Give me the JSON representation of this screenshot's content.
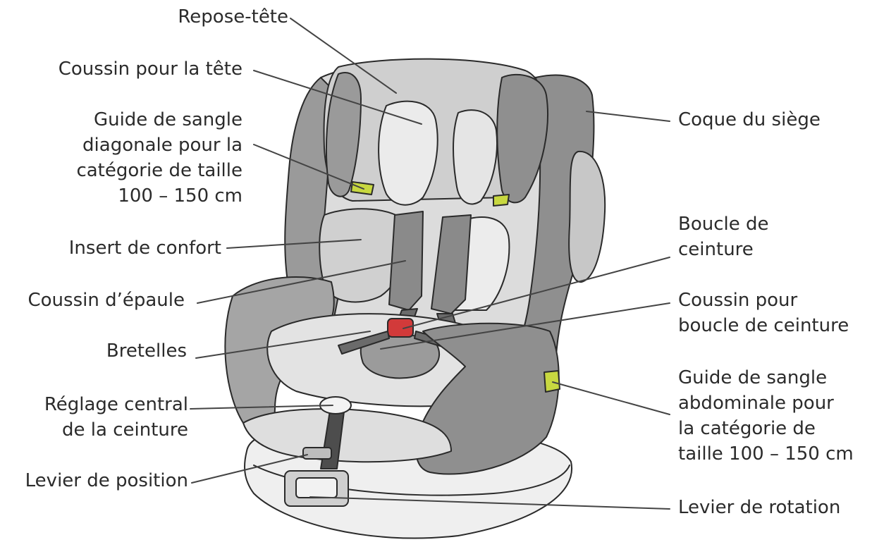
{
  "colors": {
    "outline": "#2a2a2a",
    "shell_dark": "#8f8f8f",
    "shell_mid": "#a9a9a9",
    "pad_light": "#d9d9d9",
    "pad_pale": "#ececec",
    "strap": "#6b6b6b",
    "buckle_red": "#d23a3a",
    "guide_green": "#c8d840",
    "leader": "#444444"
  },
  "labels": {
    "headrest": [
      "Repose-tête"
    ],
    "head_cushion": [
      "Coussin pour la tête"
    ],
    "diagonal_guide": [
      "Guide de sangle",
      "diagonale pour la",
      "catégorie de taille",
      "100 – 150 cm"
    ],
    "comfort_insert": [
      "Insert de confort"
    ],
    "shoulder_pad": [
      "Coussin d’épaule"
    ],
    "straps": [
      "Bretelles"
    ],
    "central_adjust": [
      "Réglage central",
      "de la ceinture"
    ],
    "position_lever": [
      "Levier de position"
    ],
    "seat_shell": [
      "Coque du siège"
    ],
    "belt_buckle": [
      "Boucle de",
      "ceinture"
    ],
    "buckle_cushion": [
      "Coussin pour",
      "boucle de ceinture"
    ],
    "lap_guide": [
      "Guide de sangle",
      "abdominale pour",
      "la catégorie de",
      "taille 100 – 150 cm"
    ],
    "rotation_lever": [
      "Levier de rotation"
    ]
  }
}
